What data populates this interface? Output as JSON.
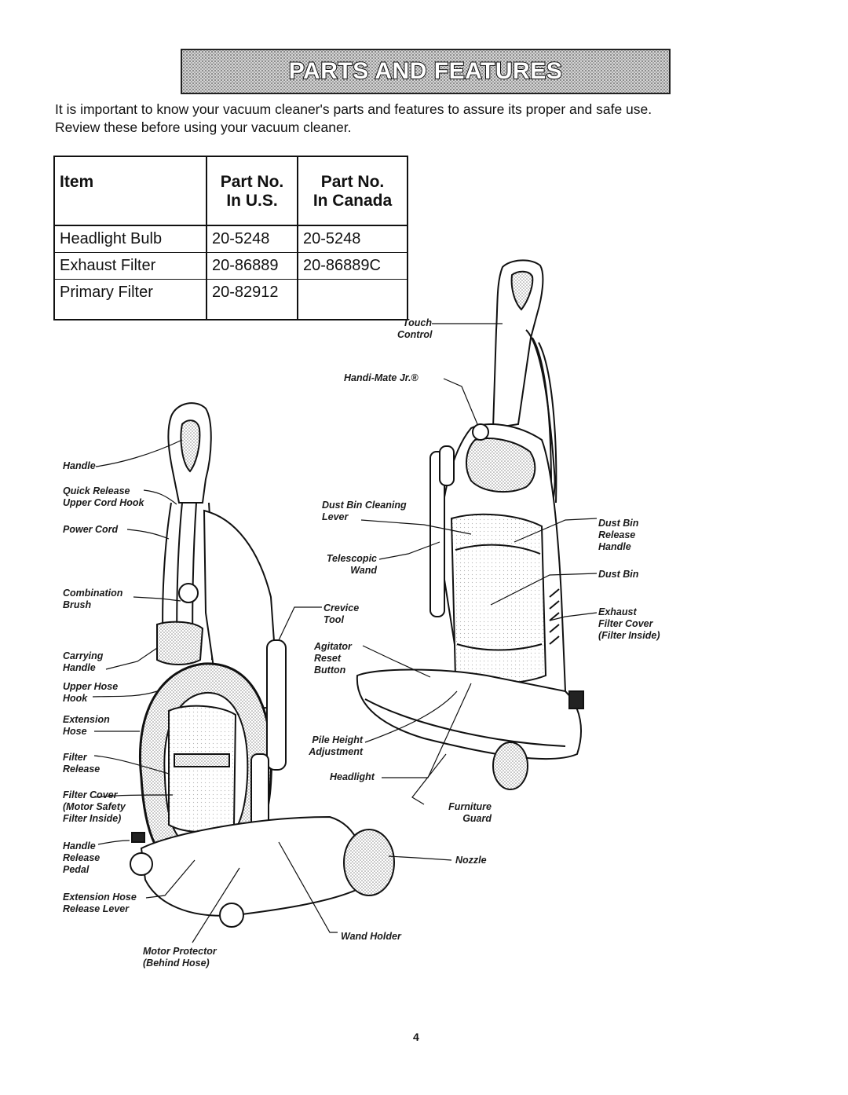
{
  "title": "PARTS AND FEATURES",
  "intro": "It is important to know your vacuum cleaner's parts and features to assure its proper and safe use. Review these before using your vacuum cleaner.",
  "parts_table": {
    "headers": {
      "item": "Item",
      "us_line1": "Part No.",
      "us_line2": "In U.S.",
      "ca_line1": "Part No.",
      "ca_line2": "In Canada"
    },
    "rows": [
      {
        "item": "Headlight Bulb",
        "us": "20-5248",
        "ca": "20-5248"
      },
      {
        "item": "Exhaust Filter",
        "us": "20-86889",
        "ca": "20-86889C"
      },
      {
        "item": "Primary Filter",
        "us": "20-82912",
        "ca": ""
      }
    ]
  },
  "labels": {
    "touch_control": [
      "Touch",
      "Control"
    ],
    "handi_mate": "Handi-Mate Jr.®",
    "handle": "Handle",
    "quick_release_hook": [
      "Quick Release",
      "Upper Cord Hook"
    ],
    "power_cord": "Power Cord",
    "dust_bin_cleaning_lever": [
      "Dust Bin Cleaning",
      "Lever"
    ],
    "dust_bin_release_handle": [
      "Dust Bin",
      "Release",
      "Handle"
    ],
    "telescopic_wand": [
      "Telescopic",
      "Wand"
    ],
    "dust_bin": "Dust Bin",
    "combination_brush": [
      "Combination",
      "Brush"
    ],
    "crevice_tool": [
      "Crevice",
      "Tool"
    ],
    "exhaust_filter_cover": [
      "Exhaust",
      "Filter Cover",
      "(Filter Inside)"
    ],
    "carrying_handle": [
      "Carrying",
      "Handle"
    ],
    "agitator_reset_button": [
      "Agitator",
      "Reset",
      "Button"
    ],
    "upper_hose_hook": [
      "Upper Hose",
      "Hook"
    ],
    "extension_hose": [
      "Extension",
      "Hose"
    ],
    "pile_height_adjustment": [
      "Pile Height",
      "Adjustment"
    ],
    "filter_release": [
      "Filter",
      "Release"
    ],
    "headlight": "Headlight",
    "filter_cover": [
      "Filter Cover",
      "(Motor Safety",
      "Filter Inside)"
    ],
    "furniture_guard": [
      "Furniture",
      "Guard"
    ],
    "handle_release_pedal": [
      "Handle",
      "Release",
      "Pedal"
    ],
    "nozzle": "Nozzle",
    "extension_hose_release_lever": [
      "Extension Hose",
      "Release Lever"
    ],
    "wand_holder": "Wand Holder",
    "motor_protector": [
      "Motor Protector",
      "(Behind Hose)"
    ]
  },
  "page_number": "4"
}
